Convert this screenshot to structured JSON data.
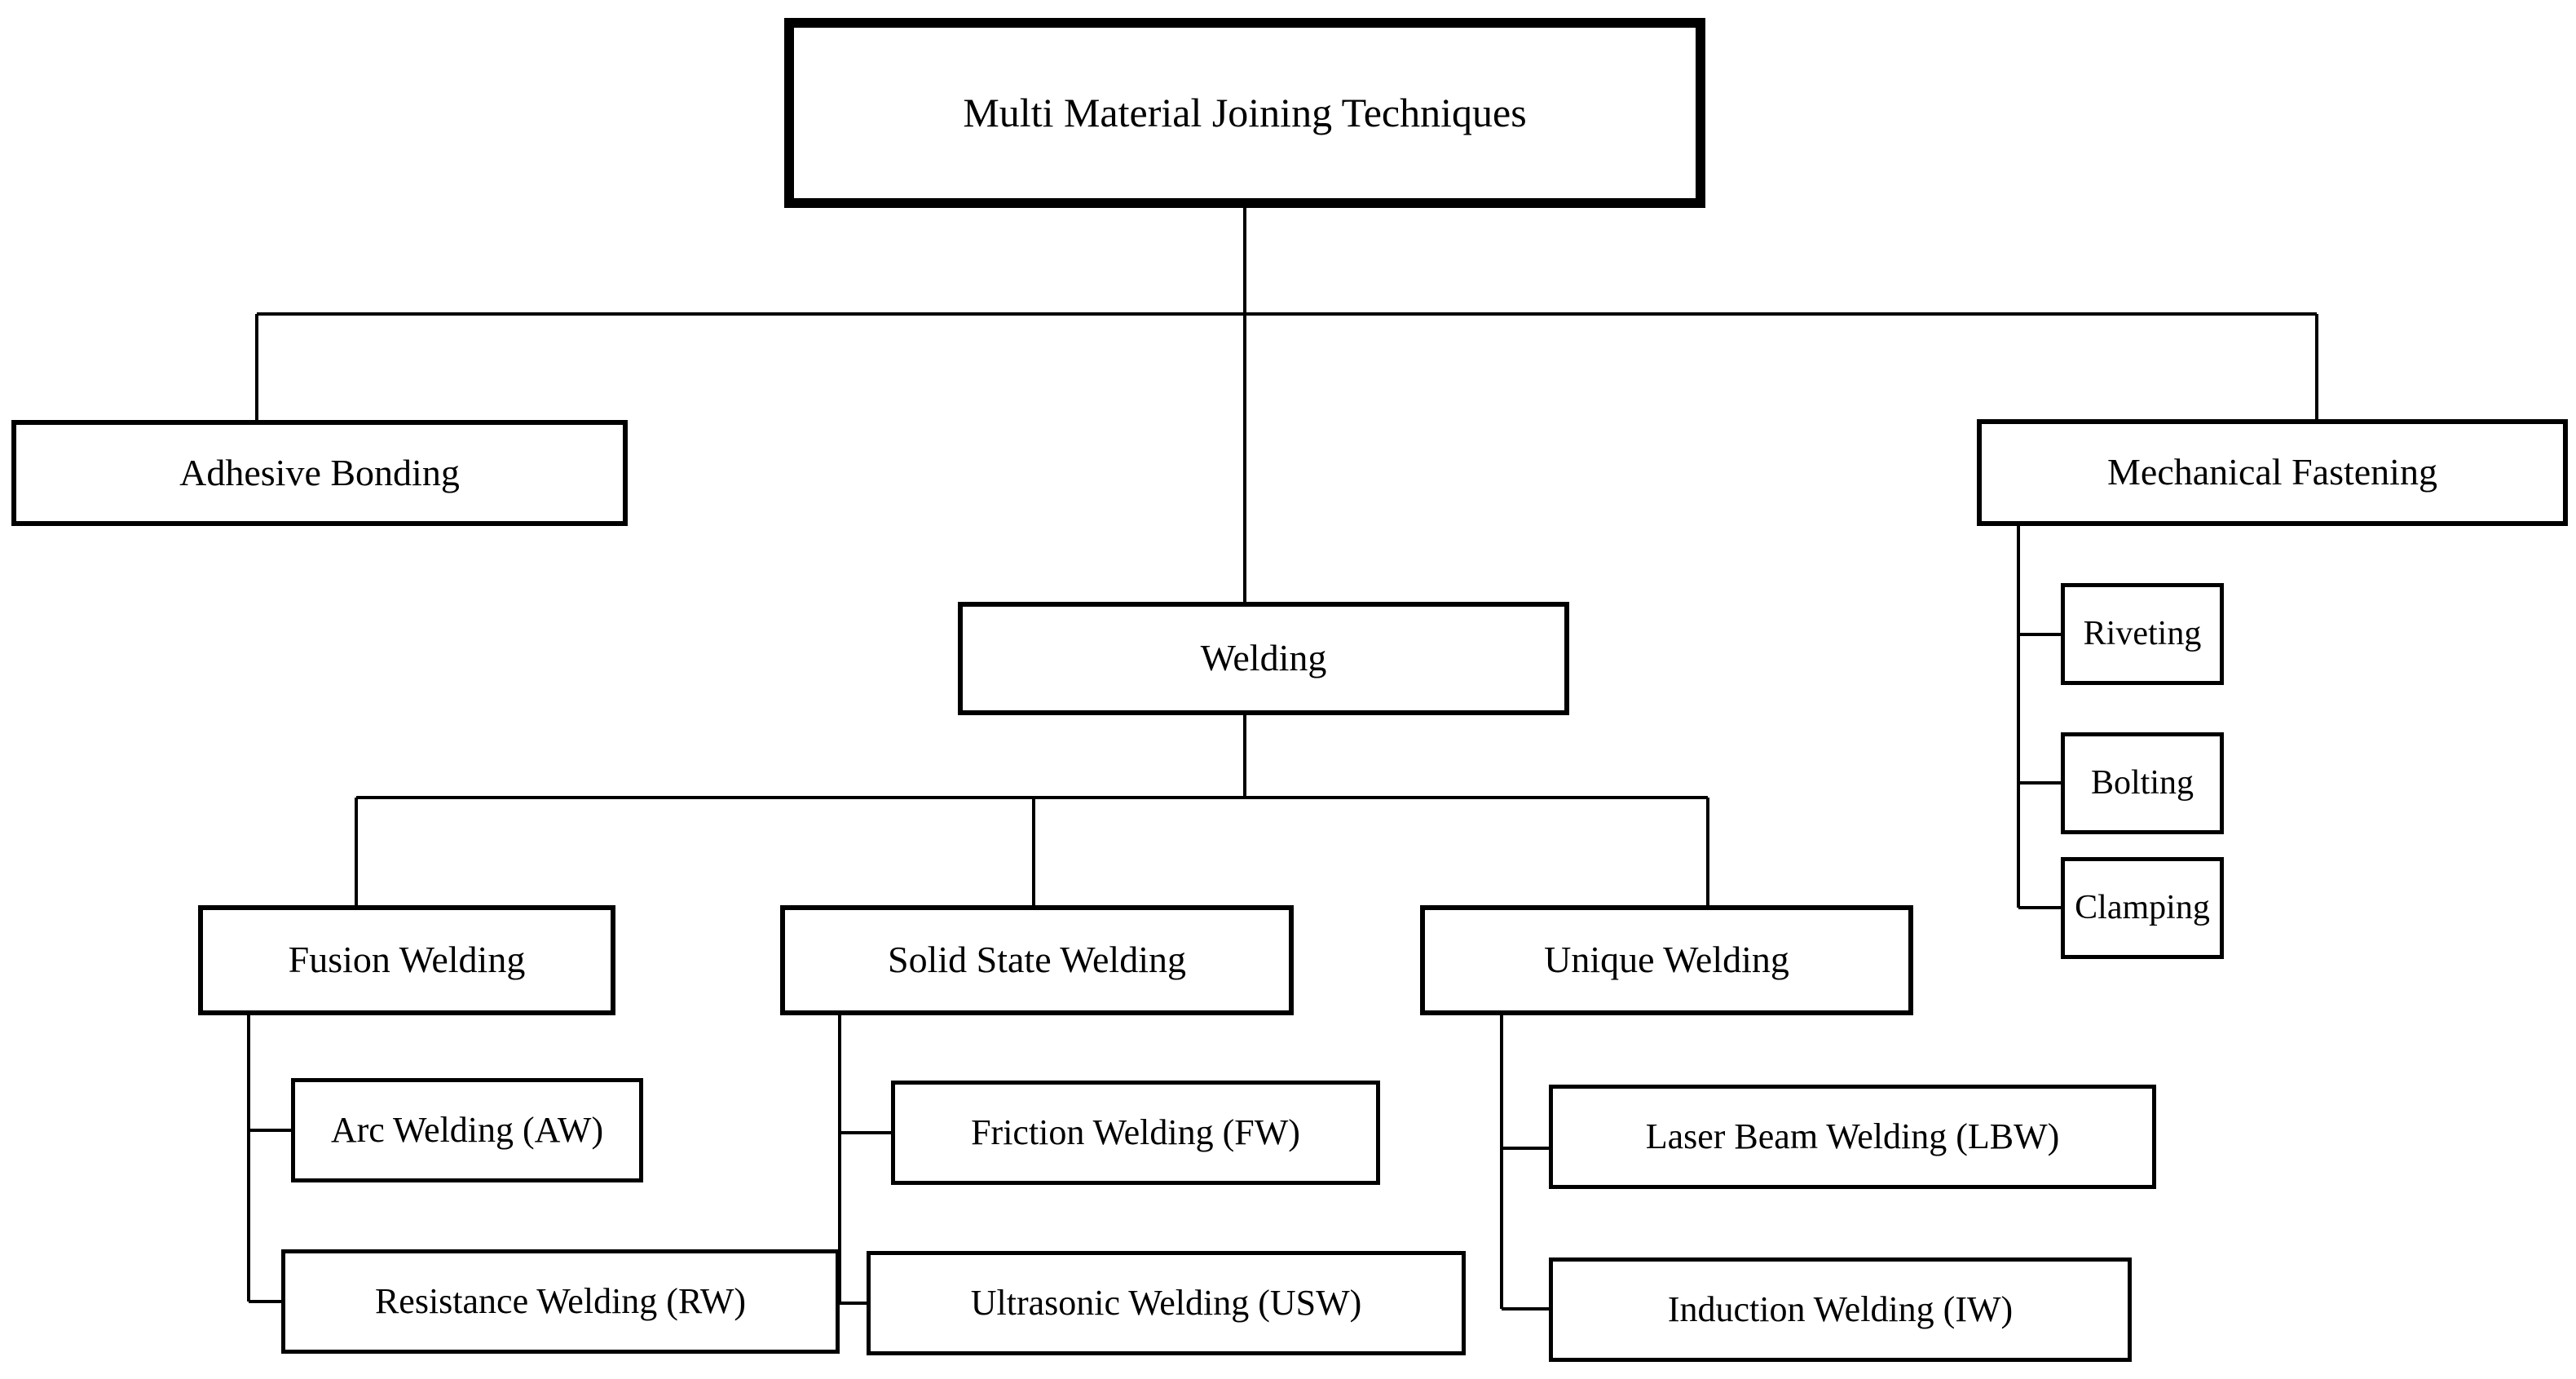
{
  "diagram": {
    "title": "Multi Material Joining Techniques",
    "type": "hierarchy-tree",
    "orientation": "top-down",
    "background_color": "#ffffff",
    "line_color": "#000000",
    "text_color": "#000000",
    "nodes": {
      "root": {
        "label": "Multi Material Joining Techniques",
        "level": 0
      },
      "adhesive_bonding": {
        "label": "Adhesive Bonding",
        "level": 1
      },
      "welding": {
        "label": "Welding",
        "level": 1
      },
      "mechanical_fastening": {
        "label": "Mechanical Fastening",
        "level": 1
      },
      "riveting": {
        "label": "Riveting",
        "level": 2
      },
      "bolting": {
        "label": "Bolting",
        "level": 2
      },
      "clamping": {
        "label": "Clamping",
        "level": 2
      },
      "fusion_welding": {
        "label": "Fusion Welding",
        "level": 2
      },
      "solid_state_welding": {
        "label": "Solid State Welding",
        "level": 2
      },
      "unique_welding": {
        "label": "Unique Welding",
        "level": 2
      },
      "arc_welding": {
        "label": "Arc Welding (AW)",
        "level": 3
      },
      "resistance_welding": {
        "label": "Resistance Welding (RW)",
        "level": 3
      },
      "friction_welding": {
        "label": "Friction Welding (FW)",
        "level": 3
      },
      "ultrasonic_welding": {
        "label": "Ultrasonic Welding (USW)",
        "level": 3
      },
      "laser_beam_welding": {
        "label": "Laser Beam Welding (LBW)",
        "level": 3
      },
      "induction_welding": {
        "label": "Induction Welding (IW)",
        "level": 3
      }
    },
    "edges": [
      {
        "from": "root",
        "to": "adhesive_bonding"
      },
      {
        "from": "root",
        "to": "welding"
      },
      {
        "from": "root",
        "to": "mechanical_fastening"
      },
      {
        "from": "mechanical_fastening",
        "to": "riveting"
      },
      {
        "from": "mechanical_fastening",
        "to": "bolting"
      },
      {
        "from": "mechanical_fastening",
        "to": "clamping"
      },
      {
        "from": "welding",
        "to": "fusion_welding"
      },
      {
        "from": "welding",
        "to": "solid_state_welding"
      },
      {
        "from": "welding",
        "to": "unique_welding"
      },
      {
        "from": "fusion_welding",
        "to": "arc_welding"
      },
      {
        "from": "fusion_welding",
        "to": "resistance_welding"
      },
      {
        "from": "solid_state_welding",
        "to": "friction_welding"
      },
      {
        "from": "solid_state_welding",
        "to": "ultrasonic_welding"
      },
      {
        "from": "unique_welding",
        "to": "laser_beam_welding"
      },
      {
        "from": "unique_welding",
        "to": "induction_welding"
      }
    ]
  }
}
